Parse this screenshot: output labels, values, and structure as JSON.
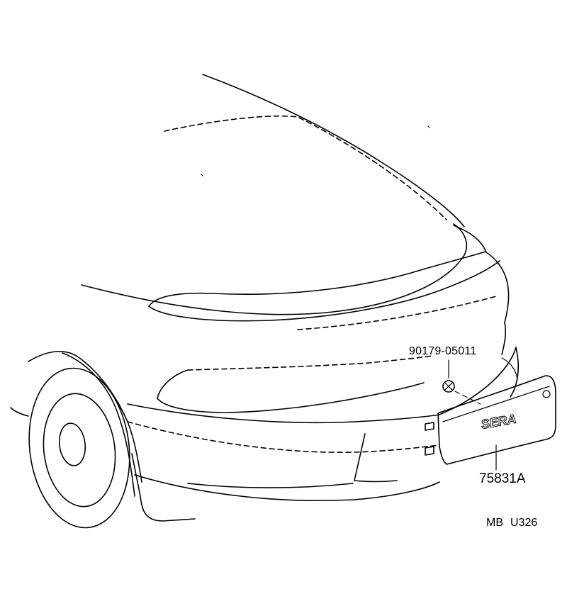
{
  "diagram": {
    "callouts": {
      "bolt_part_number": "90179-05011",
      "plate_part_number": "75831A"
    },
    "emblem_text": "SERA",
    "reference": {
      "prefix": "MB",
      "code": "U326"
    }
  }
}
